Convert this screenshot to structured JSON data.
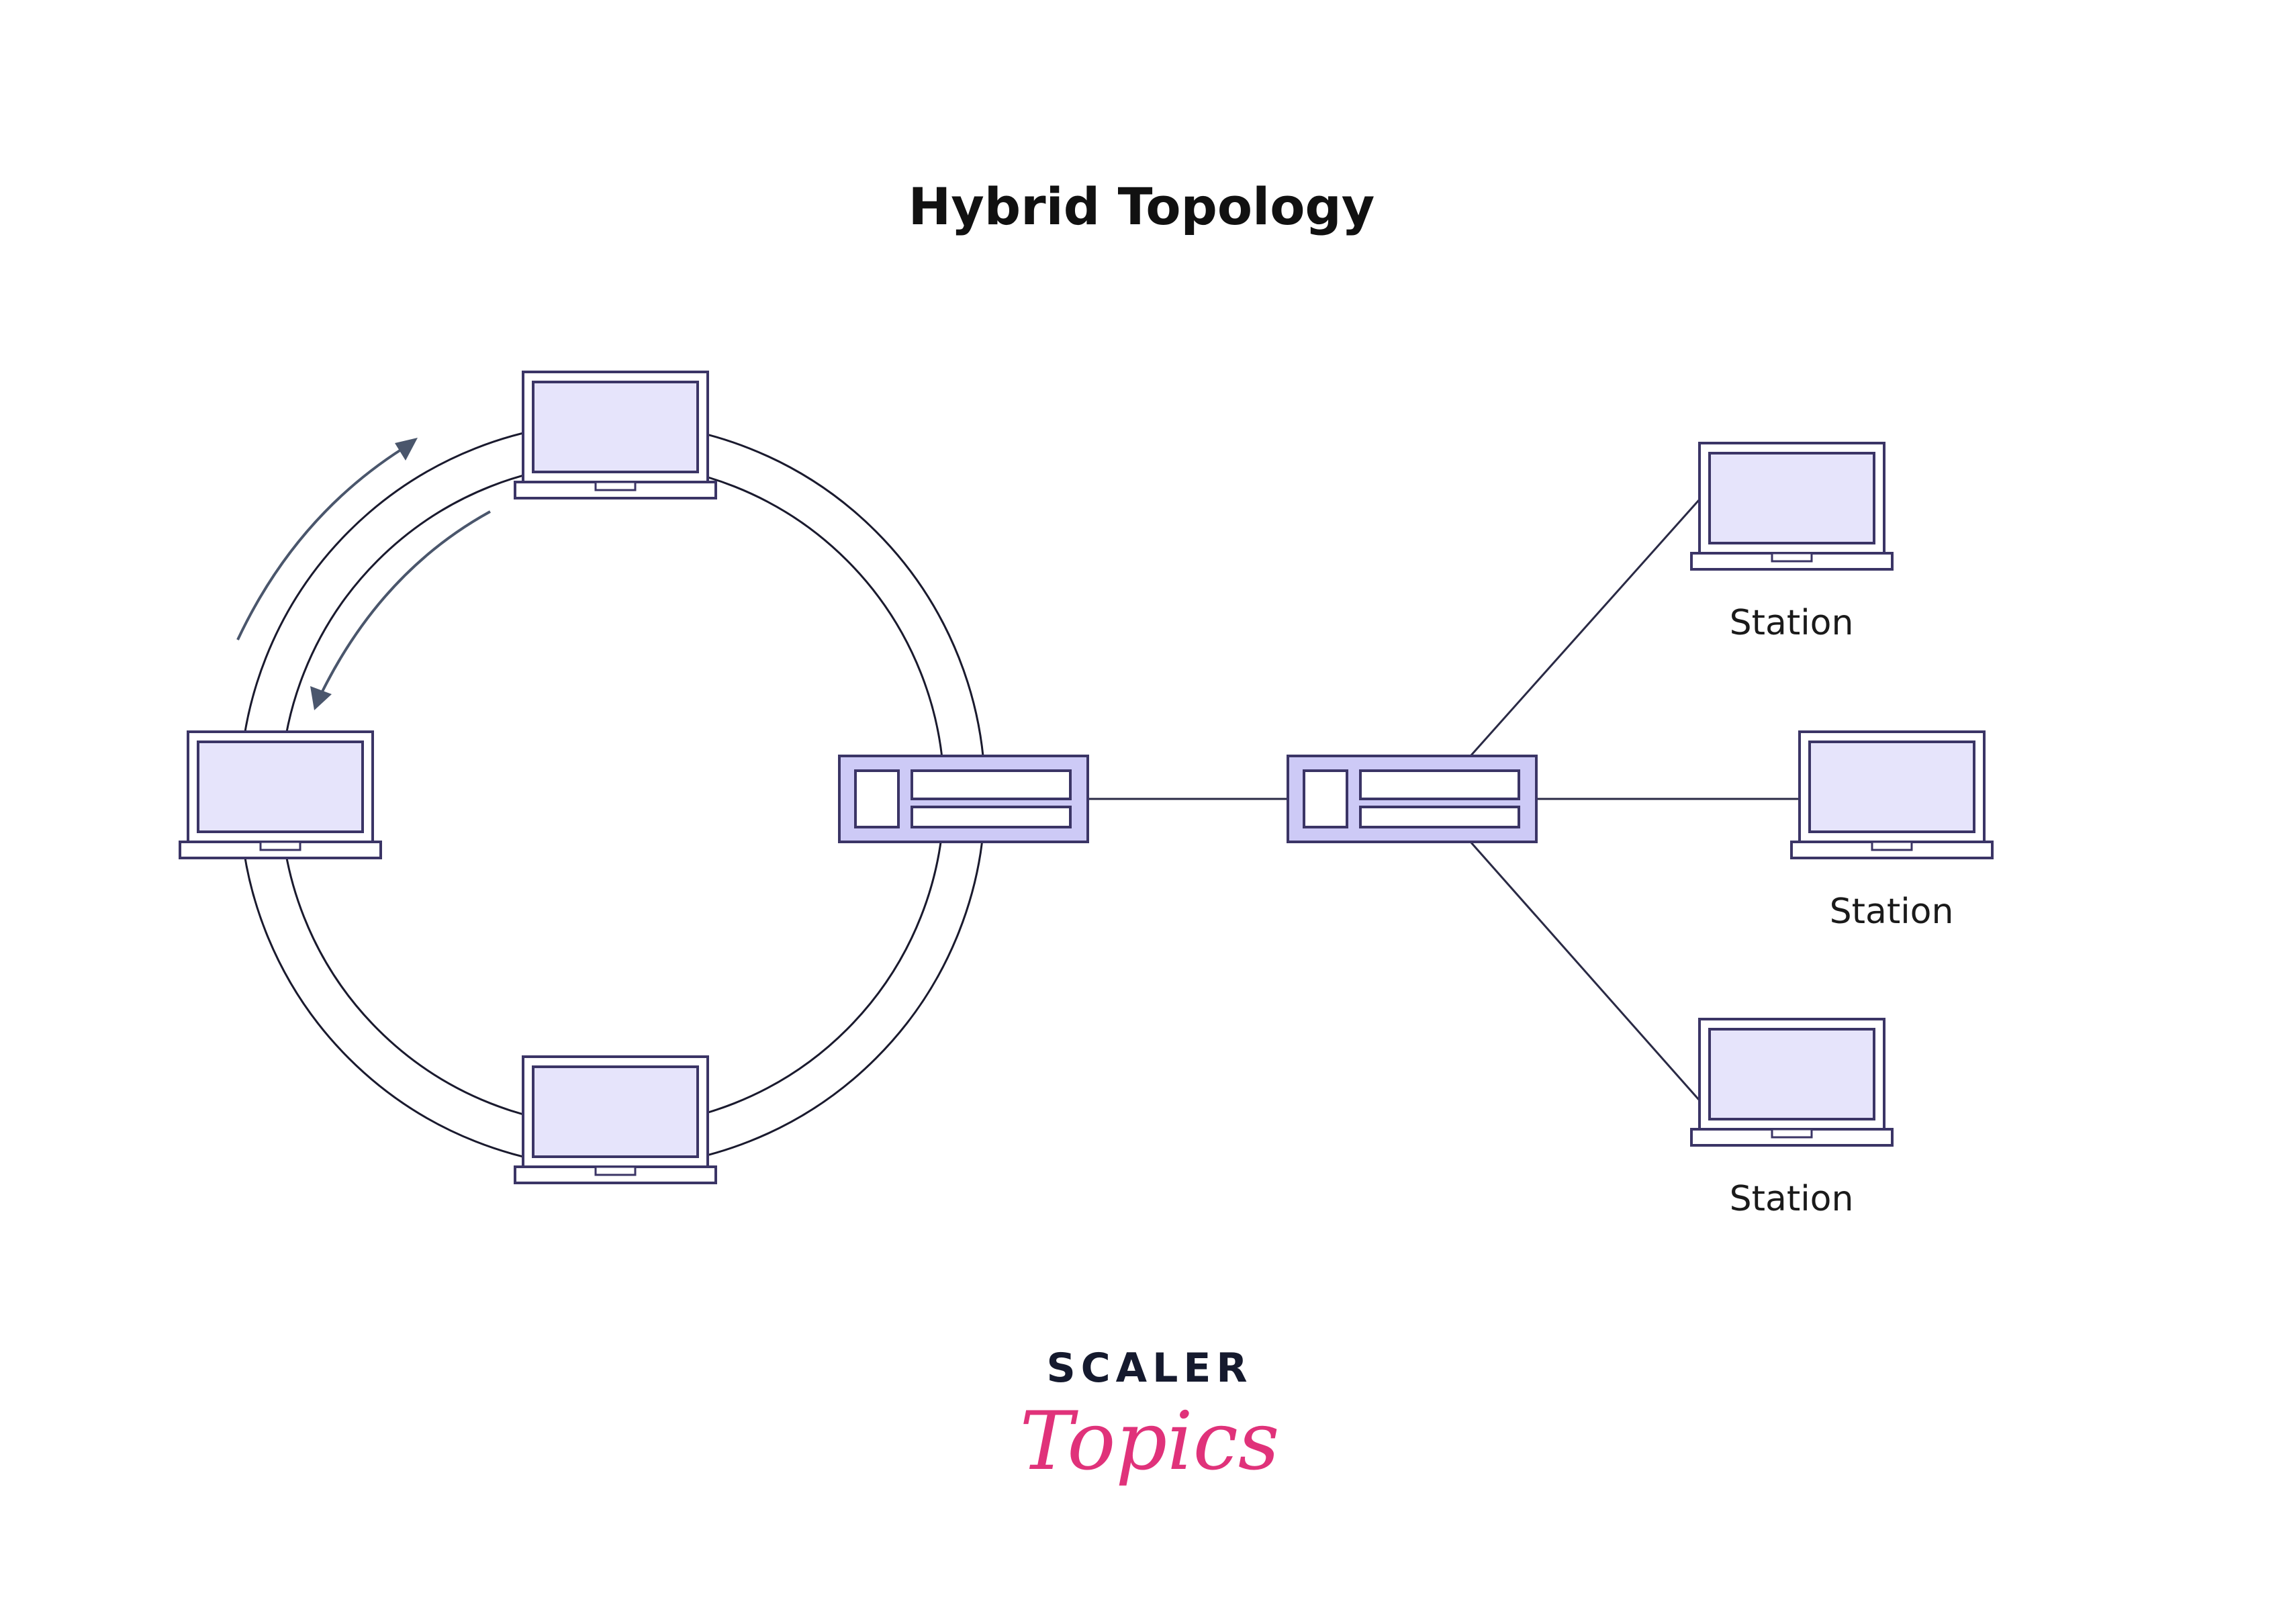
{
  "diagram": {
    "title": "Hybrid Topology",
    "station_label": "Station",
    "stations": [
      {
        "label": "Station"
      },
      {
        "label": "Station"
      },
      {
        "label": "Station"
      }
    ]
  },
  "branding": {
    "wordmark": "SCALER",
    "script": "Topics"
  },
  "colors": {
    "device_fill": "#e6e4fb",
    "device_stroke": "#3b3566",
    "hub_fill": "#cdcaf6",
    "line": "#2a2a45",
    "arrow": "#4a566c",
    "brand_dark": "#151a2e",
    "brand_pink": "#e0327a"
  }
}
